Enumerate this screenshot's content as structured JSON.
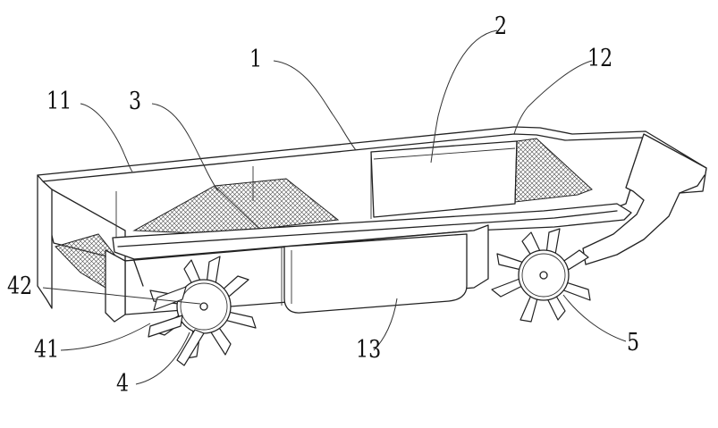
{
  "callouts": {
    "c1": "1",
    "c2": "2",
    "c12": "12",
    "c11": "11",
    "c3": "3",
    "c42": "42",
    "c41": "41",
    "c4": "4",
    "c13": "13",
    "c5": "5"
  },
  "colors": {
    "line": "#222222",
    "background": "#ffffff"
  }
}
